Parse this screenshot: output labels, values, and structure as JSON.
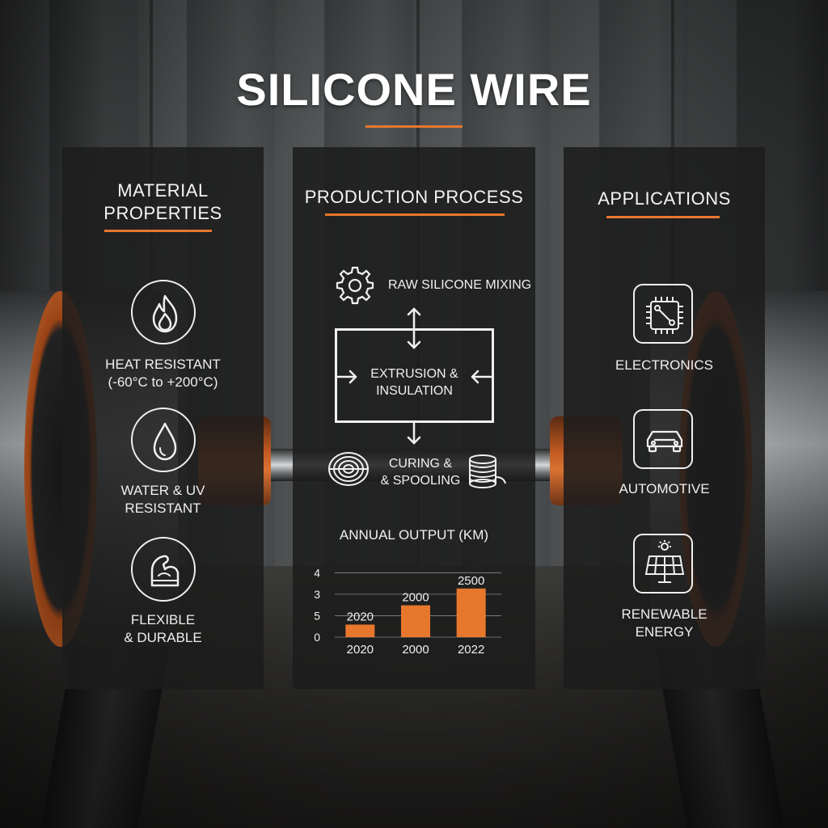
{
  "title": "SILICONE WIRE",
  "colors": {
    "accent": "#e8772e",
    "panel": "#1c1c1c",
    "text": "#f2f2f2"
  },
  "material_properties": {
    "heading_line1": "MATERIAL",
    "heading_line2": "PROPERTIES",
    "items": [
      {
        "icon": "flame-icon",
        "line1": "HEAT RESISTANT",
        "line2": "(-60°C to +200°C)"
      },
      {
        "icon": "water-drop-icon",
        "line1": "WATER & UV",
        "line2": "RESISTANT"
      },
      {
        "icon": "flexed-arm-icon",
        "line1": "FLEXIBLE",
        "line2": "& DURABLE"
      }
    ]
  },
  "production_process": {
    "heading": "PRODUCTION PROCESS",
    "step1": "RAW SILICONE MIXING",
    "step2_line1": "EXTRUSION &",
    "step2_line2": "INSULATION",
    "step3_line1": "CURING &",
    "step3_line2": "& SPOOLING",
    "icons": [
      "gear-icon",
      "wire-coil-icon",
      "spool-icon"
    ]
  },
  "applications": {
    "heading": "APPLICATIONS",
    "items": [
      {
        "icon": "circuit-chip-icon",
        "label1": "ELECTRONICS",
        "label2": ""
      },
      {
        "icon": "car-icon",
        "label1": "AUTOMOTIVE",
        "label2": ""
      },
      {
        "icon": "solar-panel-icon",
        "label1": "RENEWABLE",
        "label2": "ENERGY"
      }
    ]
  },
  "chart_data": {
    "type": "bar",
    "title": "ANNUAL OUTPUT (KM)",
    "categories": [
      "2020",
      "2000",
      "2022"
    ],
    "values": [
      0.75,
      1.9,
      2.9
    ],
    "data_labels": [
      "2020",
      "2000",
      "2500"
    ],
    "y_tick_labels": [
      "0",
      "5",
      "3",
      "4"
    ],
    "ylim": [
      0,
      4
    ],
    "grid": true,
    "bar_color": "#e8772e"
  }
}
